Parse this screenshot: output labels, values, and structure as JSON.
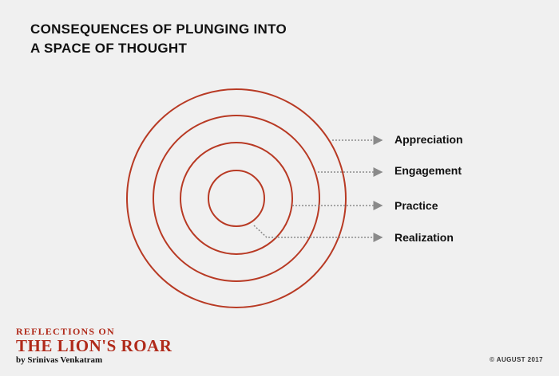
{
  "title": {
    "line1": "CONSEQUENCES OF PLUNGING INTO",
    "line2": "A SPACE OF THOUGHT"
  },
  "rings": [
    {
      "label": "Appreciation"
    },
    {
      "label": "Engagement"
    },
    {
      "label": "Practice"
    },
    {
      "label": "Realization"
    }
  ],
  "colors": {
    "ring": "#b83a24",
    "leader": "#8a8a8a",
    "brand": "#b02a1a",
    "background": "#f0f0f0"
  },
  "branding": {
    "series": "REFLECTIONS ON",
    "name": "THE LION'S ROAR",
    "byline": "by Srinivas Venkatram"
  },
  "copyright": "© AUGUST 2017"
}
